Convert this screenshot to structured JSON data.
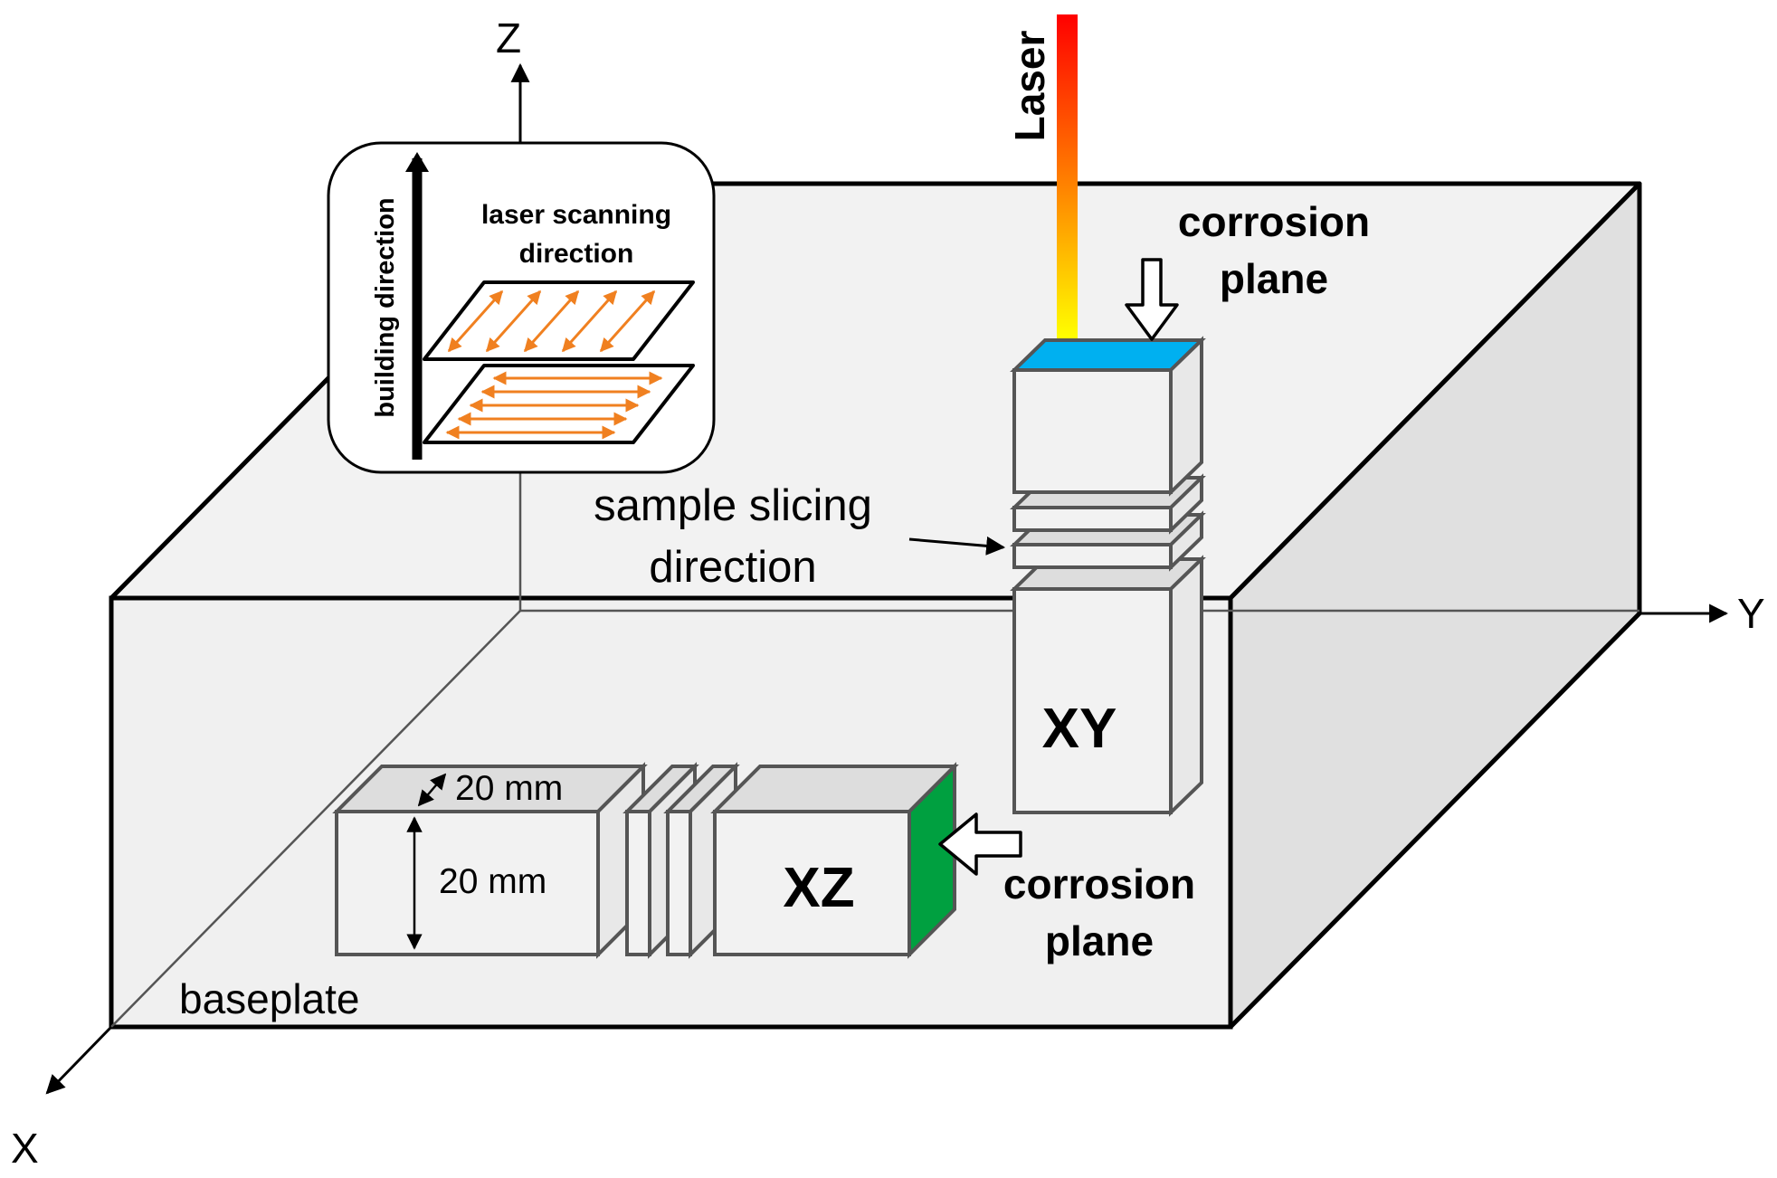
{
  "axes": {
    "x": "X",
    "y": "Y",
    "z": "Z"
  },
  "laser": "Laser",
  "inset": {
    "building_direction": "building direction",
    "scanning_line1": "laser scanning",
    "scanning_line2": "direction"
  },
  "xy_sample": {
    "label": "XY",
    "corrosion_line1": "corrosion",
    "corrosion_line2": "plane"
  },
  "slicing": {
    "line1": "sample slicing",
    "line2": "direction"
  },
  "xz_sample": {
    "label": "XZ",
    "depth_dim": "20 mm",
    "height_dim": "20 mm",
    "corrosion_line1": "corrosion",
    "corrosion_line2": "plane"
  },
  "baseplate": "baseplate",
  "colors": {
    "xy_corrosion_face": "#00B0F0",
    "xz_corrosion_face": "#00A040",
    "scan_arrows": "#F08020",
    "laser_top": "#FF0000",
    "laser_bottom": "#FFFF00"
  }
}
